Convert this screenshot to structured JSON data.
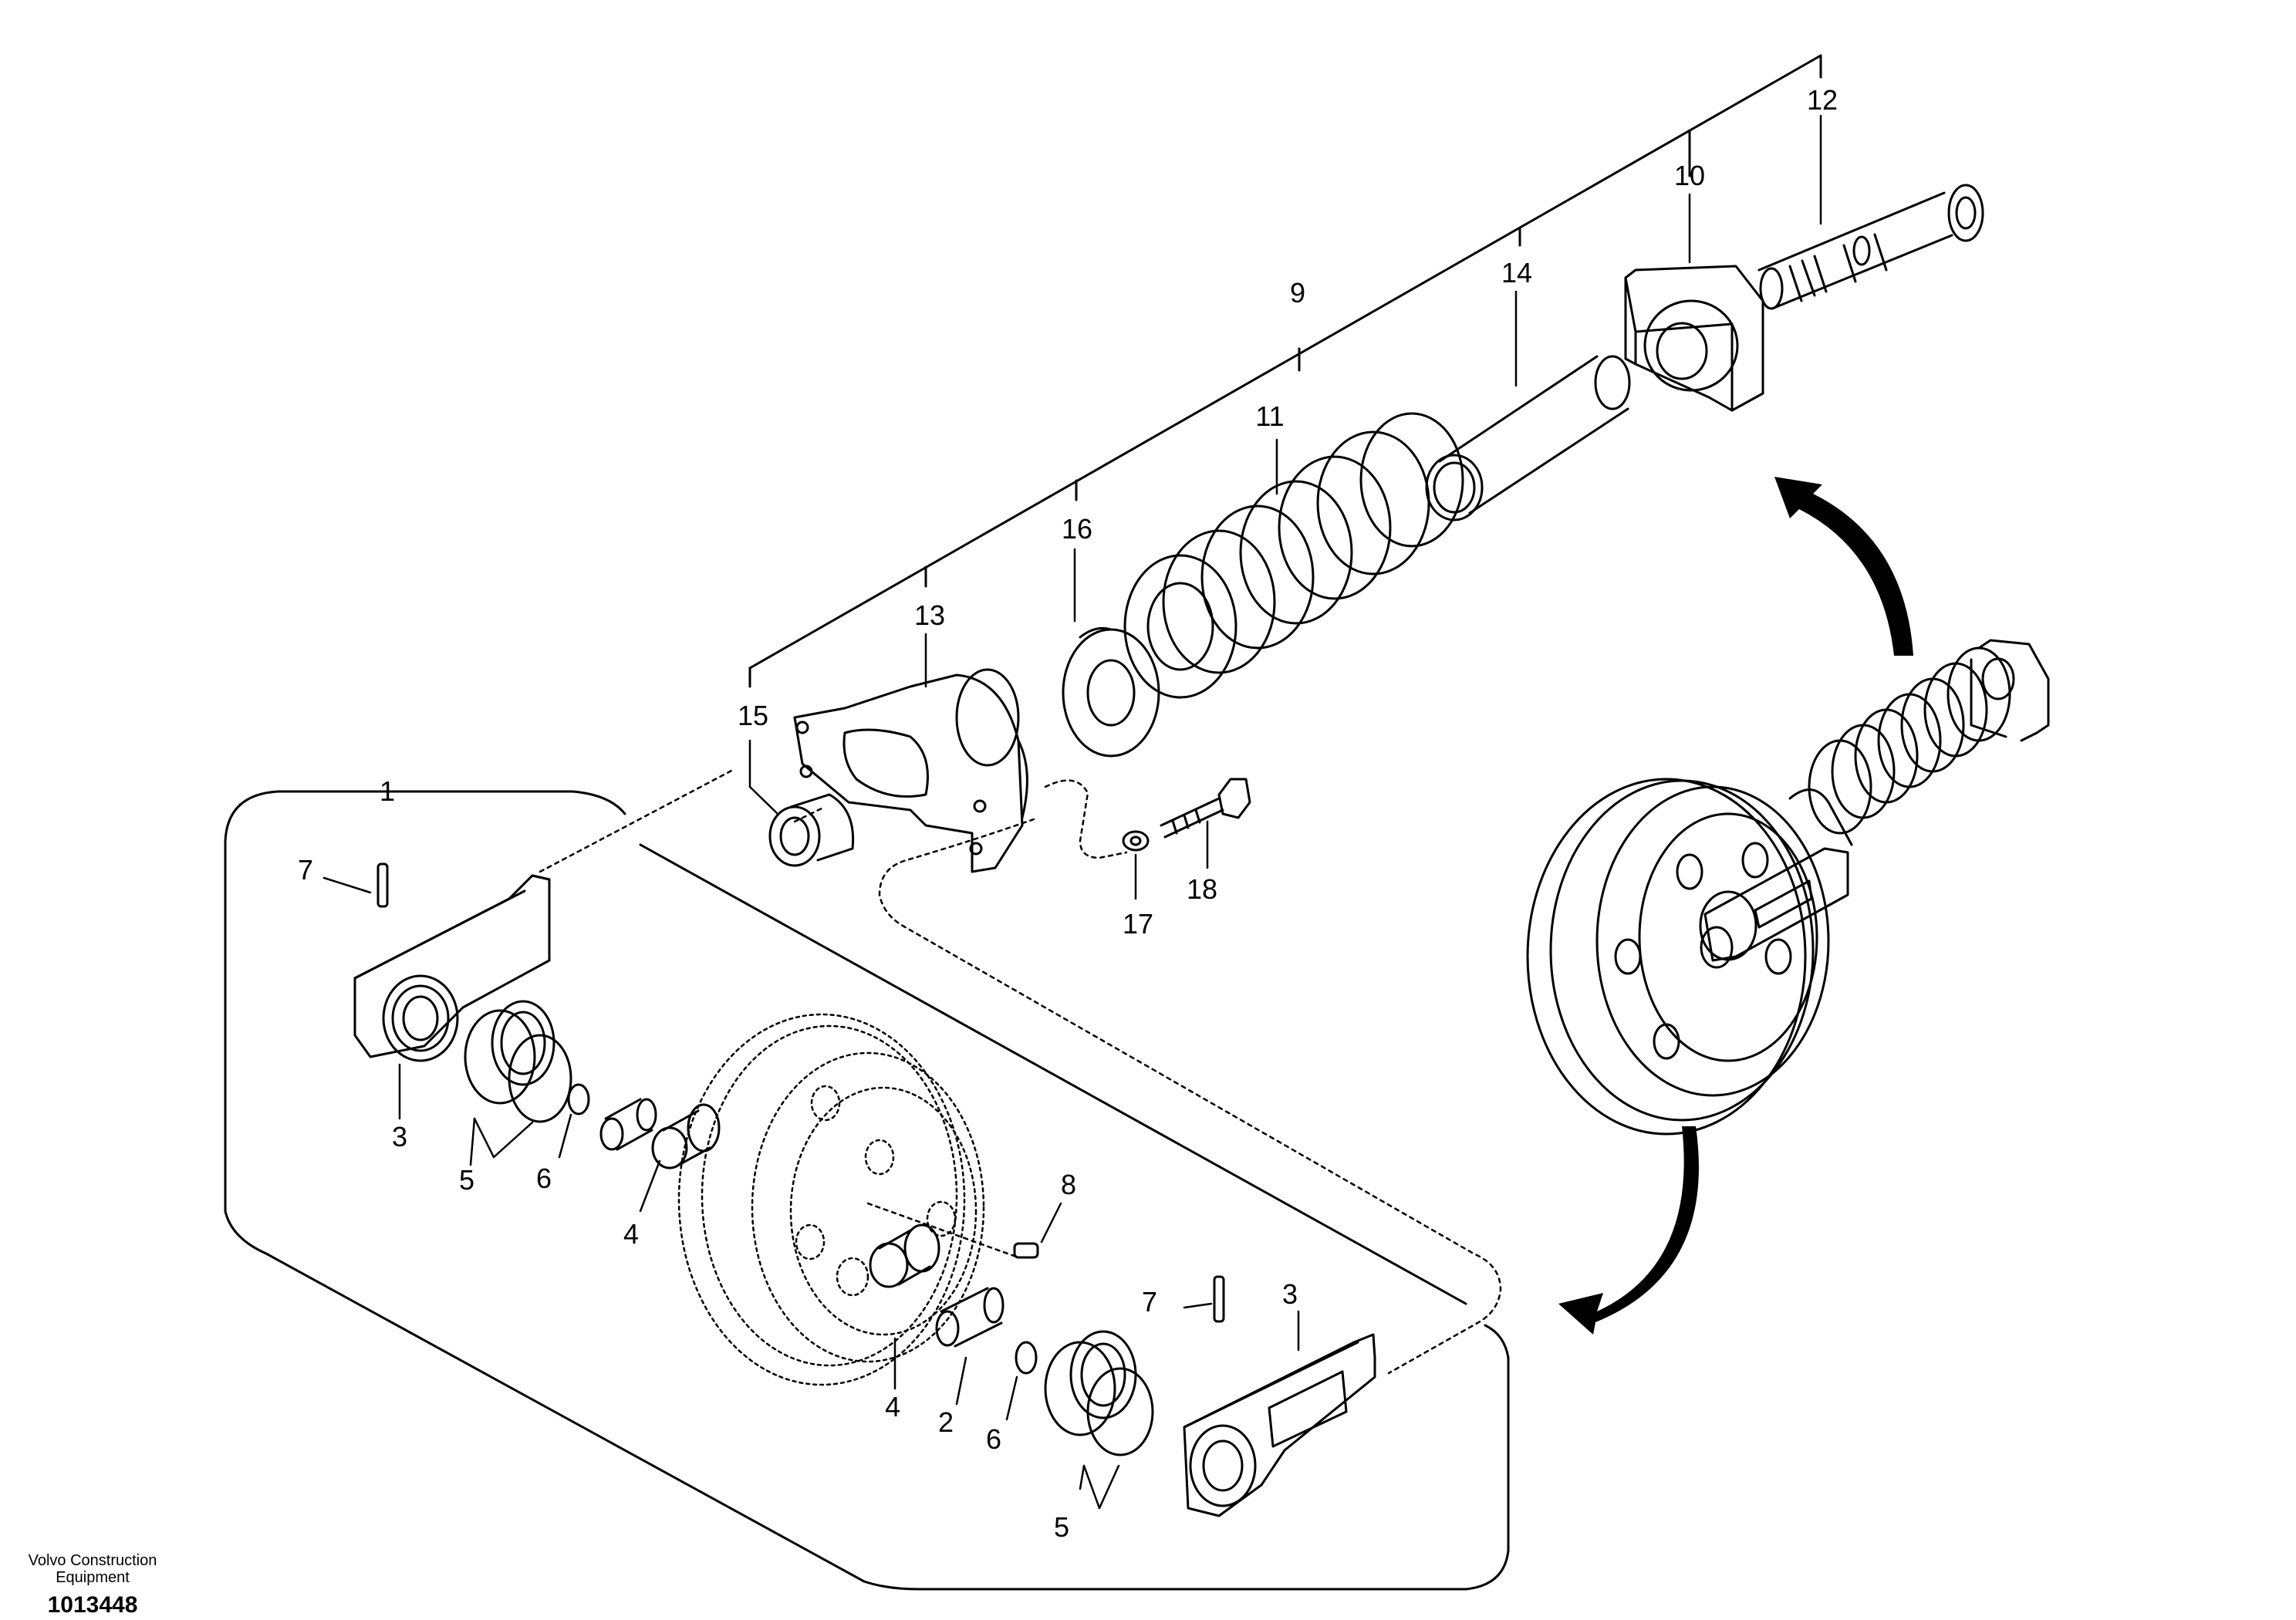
{
  "callouts": {
    "c1": "1",
    "c2": "2",
    "c3a": "3",
    "c3b": "3",
    "c4a": "4",
    "c4b": "4",
    "c5a": "5",
    "c5b": "5",
    "c6a": "6",
    "c6b": "6",
    "c7a": "7",
    "c7b": "7",
    "c8": "8",
    "c9": "9",
    "c10": "10",
    "c11": "11",
    "c12": "12",
    "c13": "13",
    "c14": "14",
    "c15": "15",
    "c16": "16",
    "c17": "17",
    "c18": "18"
  },
  "footer": {
    "brand_line1": "Volvo Construction",
    "brand_line2": "Equipment",
    "doc_number": "1013448"
  }
}
